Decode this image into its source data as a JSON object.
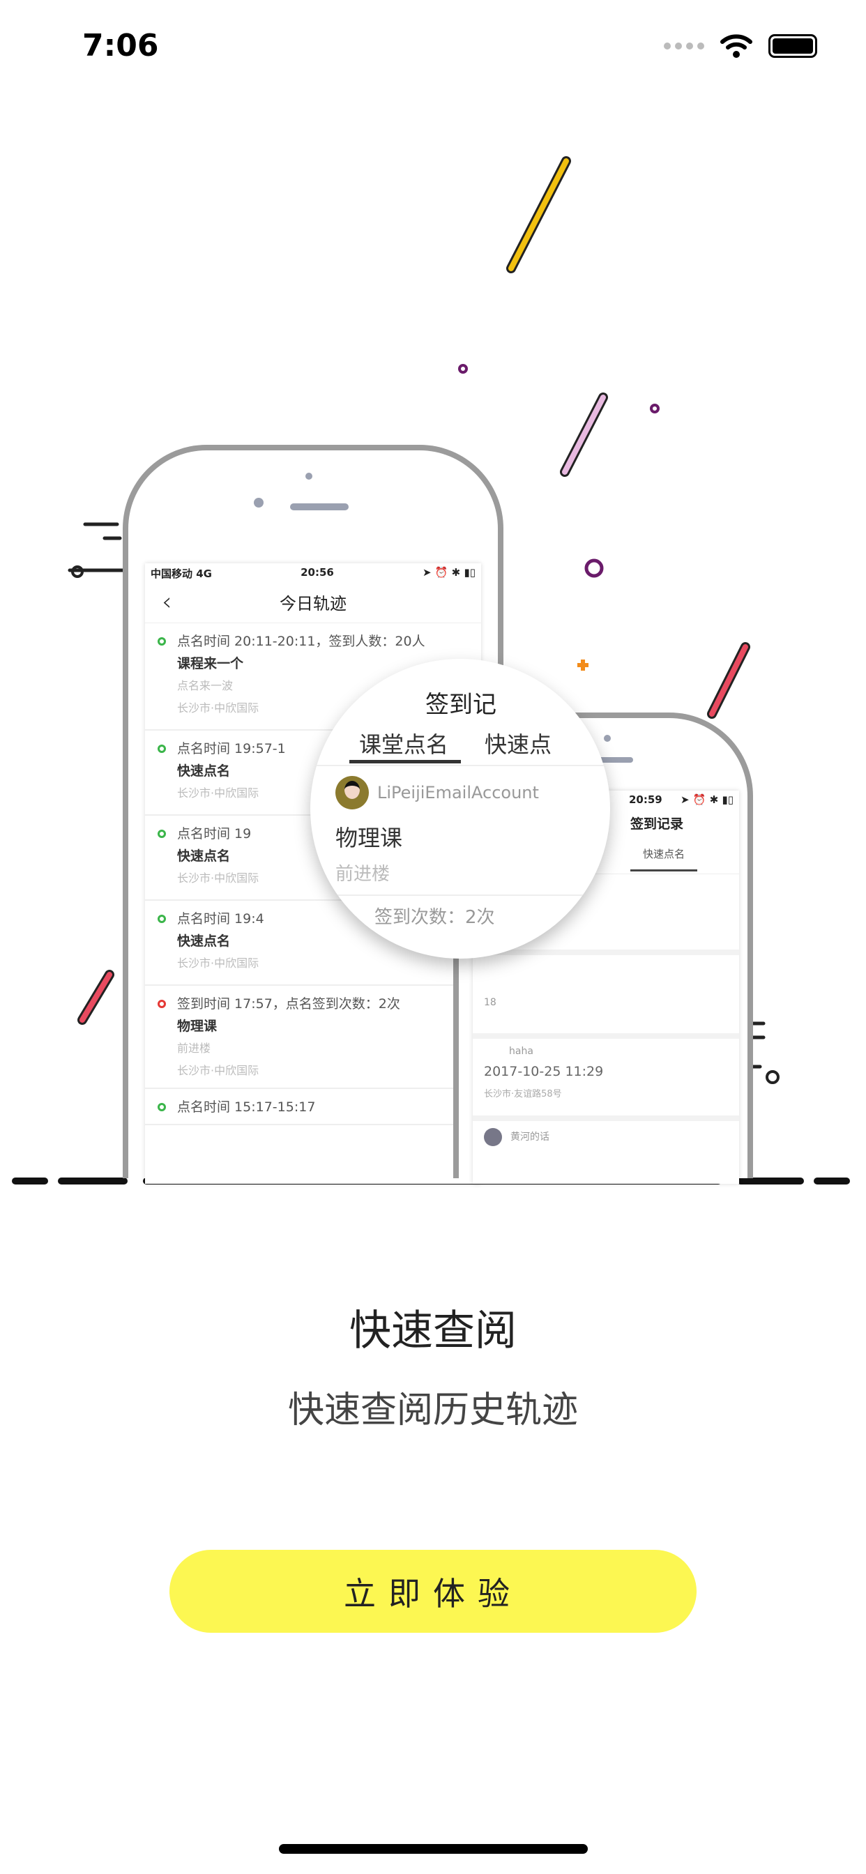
{
  "status_bar": {
    "time": "7:06"
  },
  "colors": {
    "accent_yellow": "#fcf752",
    "deco_yellow": "#f2c00f",
    "deco_pink": "#e8b9e0",
    "deco_red": "#e84a5f",
    "deco_purple": "#6a1b6a",
    "deco_orange": "#f28c1b",
    "timeline_green": "#3bb54a",
    "timeline_red": "#e53935"
  },
  "left_phone": {
    "status": {
      "carrier": "中国移动 4G",
      "time": "20:56"
    },
    "nav_title": "今日轨迹",
    "rows": [
      {
        "line1": "点名时间 20:11-20:11，签到人数：20人",
        "line2": "课程来一个",
        "line3": "点名来一波",
        "line4": "长沙市·中欣国际",
        "status": "green"
      },
      {
        "line1": "点名时间 19:57-1",
        "line2": "快速点名",
        "line3": "",
        "line4": "长沙市·中欣国际",
        "status": "green"
      },
      {
        "line1": "点名时间 19",
        "line2": "快速点名",
        "line3": "",
        "line4": "长沙市·中欣国际",
        "status": "green"
      },
      {
        "line1": "点名时间 19:4",
        "line2": "快速点名",
        "line3": "",
        "line4": "长沙市·中欣国际",
        "status": "green"
      },
      {
        "line1": "签到时间 17:57，点名签到次数：2次",
        "line2": "物理课",
        "line3": "前进楼",
        "line4": "长沙市·中欣国际",
        "status": "red"
      },
      {
        "line1": "点名时间 15:17-15:17",
        "line2": "",
        "line3": "",
        "line4": "",
        "status": "green"
      }
    ]
  },
  "magnifier": {
    "title": "签到记",
    "tab_active": "课堂点名",
    "tab_other": "快速点",
    "account": "LiPeijiEmailAccount",
    "course": "物理课",
    "building": "前进楼",
    "count": "签到次数：2次"
  },
  "right_phone": {
    "status": {
      "time": "20:59"
    },
    "nav_title": "签到记录",
    "tab": "快速点名",
    "items": [
      {
        "user": "",
        "datetime": "",
        "address": ""
      },
      {
        "user": "",
        "datetime": "18",
        "address": ""
      },
      {
        "user": "haha",
        "datetime": "2017-10-25 11:29",
        "address": "长沙市·友谊路58号"
      },
      {
        "user": "黄河的话",
        "datetime": "",
        "address": ""
      }
    ]
  },
  "onboarding": {
    "title": "快速查阅",
    "subtitle": "快速查阅历史轨迹",
    "cta_label": "立即体验"
  }
}
